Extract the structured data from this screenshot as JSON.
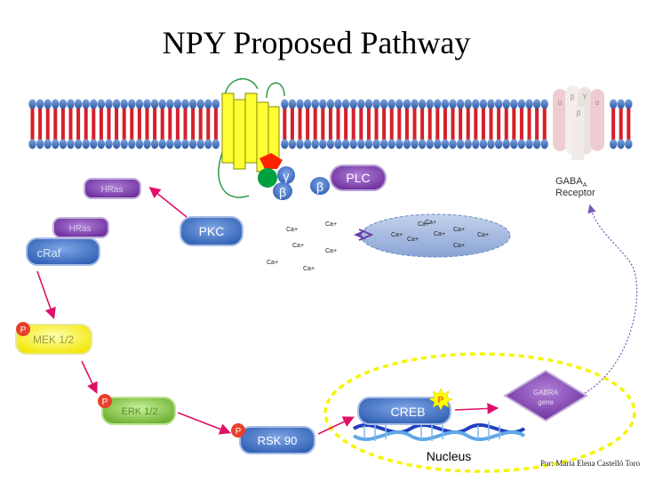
{
  "title": "NPY Proposed Pathway",
  "colors": {
    "membrane_head": "#3f6fb4",
    "membrane_tail": "#d4202a",
    "node_green": "#8fd14f",
    "node_blue": "#4a77c8",
    "node_yellow": "#ffff66",
    "node_purple": "#7030a0",
    "phospho": "#e8402a",
    "arrow": "#e0106a",
    "nucleus": "#f5f500",
    "er": "#9bb2da"
  },
  "nodes": {
    "hras_top": "HRas",
    "hras_bottom": "HRas",
    "craf": "cRaf",
    "pkc": "PKC",
    "plc": "PLC",
    "gamma": "γ",
    "beta_g": "β",
    "beta_plc": "β",
    "mek": "MEK 1/2",
    "erk": "ERK  1/2",
    "rsk": "RSK 90",
    "creb": "CREB",
    "gabra_line1": "GABRA",
    "gabra_line2": "gene",
    "gaba_receptor": "GABA",
    "gaba_sub": "A",
    "gaba_line2": "Receptor",
    "nucleus": "Nucleus"
  },
  "phospho_label": "P",
  "receptor_subunits": [
    "α",
    "β",
    "γ",
    "α",
    "β"
  ],
  "calcium": [
    "Ca+",
    "Ca+",
    "Ca+",
    "Ca+",
    "Ca+",
    "Ca+",
    "Ca+",
    "Ca+",
    "Ca+",
    "Ca+",
    "Ca+",
    "Ca+",
    "Ca+",
    "Ca+"
  ],
  "credit": "Por: María Elena Castelló Toro"
}
